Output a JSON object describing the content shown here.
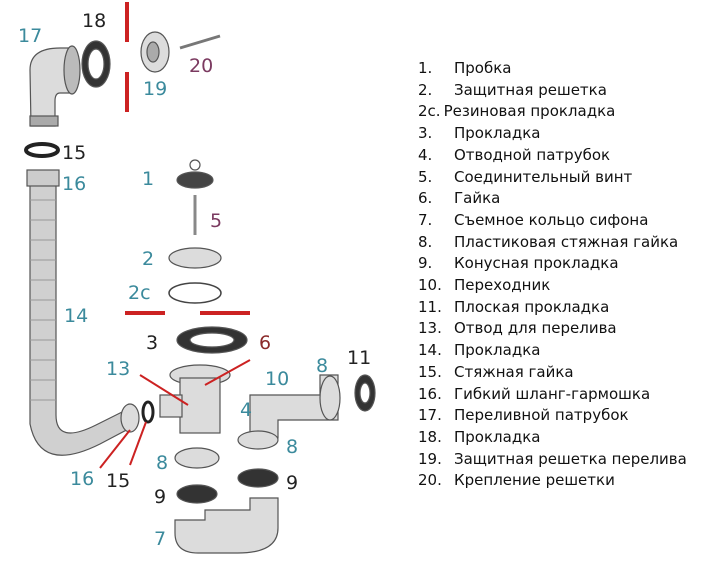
{
  "callouts": {
    "c17": "17",
    "c18": "18",
    "c19": "19",
    "c20": "20",
    "c15a": "15",
    "c16a": "16",
    "c1": "1",
    "c5": "5",
    "c2": "2",
    "c2c": "2c",
    "c14": "14",
    "c3": "3",
    "c6": "6",
    "c13": "13",
    "c10": "10",
    "c8a": "8",
    "c11": "11",
    "c4": "4",
    "c8b": "8",
    "c8c": "8",
    "c16b": "16",
    "c15b": "15",
    "c9a": "9",
    "c9b": "9",
    "c7": "7"
  },
  "legend": [
    {
      "num": "1.",
      "text": "Пробка"
    },
    {
      "num": "2.",
      "text": "Защитная решетка"
    },
    {
      "num": "2с.",
      "text": "Резиновая прокладка"
    },
    {
      "num": "3.",
      "text": "Прокладка"
    },
    {
      "num": "4.",
      "text": "Отводной патрубок"
    },
    {
      "num": "5.",
      "text": "Соединительный винт"
    },
    {
      "num": "6.",
      "text": "Гайка"
    },
    {
      "num": "7.",
      "text": "Съемное кольцо сифона"
    },
    {
      "num": "8.",
      "text": "Пластиковая стяжная гайка"
    },
    {
      "num": "9.",
      "text": "Конусная прокладка"
    },
    {
      "num": "10.",
      "text": "Переходник"
    },
    {
      "num": "11.",
      "text": "Плоская прокладка"
    },
    {
      "num": "13.",
      "text": "Отвод для перелива"
    },
    {
      "num": "14.",
      "text": "Прокладка"
    },
    {
      "num": "15.",
      "text": "Стяжная гайка"
    },
    {
      "num": "16.",
      "text": "Гибкий шланг-гармошка"
    },
    {
      "num": "17.",
      "text": "Переливной патрубок"
    },
    {
      "num": "18.",
      "text": "Прокладка"
    },
    {
      "num": "19.",
      "text": "Защитная решетка перелива"
    },
    {
      "num": "20.",
      "text": "Крепление решетки"
    }
  ],
  "colors": {
    "label": "#3b8a9c",
    "accent": "#cc2222",
    "part": "#d8d8d8"
  }
}
